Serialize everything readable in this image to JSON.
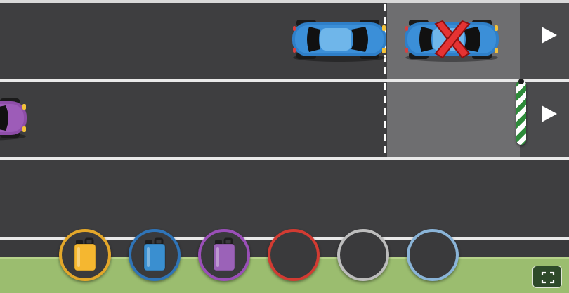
{
  "game": {
    "lanes": [
      {
        "id": "lane-1",
        "has_pad": true,
        "has_arrow": true
      },
      {
        "id": "lane-2",
        "has_pad": true,
        "has_arrow": true,
        "has_barrier": true
      },
      {
        "id": "lane-3",
        "has_pad": false,
        "has_arrow": false
      },
      {
        "id": "lane-4",
        "has_pad": false,
        "has_arrow": false
      }
    ],
    "cars": [
      {
        "name": "blue-car",
        "color": "#2f7fc8",
        "lane": 1
      },
      {
        "name": "blue-car-rejected",
        "color": "#2f7fc8",
        "lane": 1,
        "marked": "red-x"
      },
      {
        "name": "purple-car",
        "color": "#8e4ea8",
        "lane": 2,
        "partially_visible": true
      }
    ],
    "fuel_buttons": [
      {
        "name": "yellow",
        "ring": "#e3a72a",
        "can": "#f5b730",
        "has_can": true
      },
      {
        "name": "blue",
        "ring": "#2f74b8",
        "can": "#3a8fd0",
        "has_can": true
      },
      {
        "name": "purple",
        "ring": "#9a4fb8",
        "can": "#9b62b8",
        "has_can": true
      },
      {
        "name": "red",
        "ring": "#d23b32",
        "has_can": false
      },
      {
        "name": "gray",
        "ring": "#bdbdbd",
        "has_can": false
      },
      {
        "name": "light-blue",
        "ring": "#8ab4d8",
        "has_can": false
      }
    ],
    "controls": {
      "fullscreen_icon": "fullscreen-icon"
    },
    "colors": {
      "road": "#3e3e40",
      "pad": "#6e6e70",
      "grass": "#9bbd6f",
      "lane_line": "#e9e9e9",
      "barrier_stripe": "#2e8b3a",
      "reject_mark": "#e53333"
    }
  }
}
